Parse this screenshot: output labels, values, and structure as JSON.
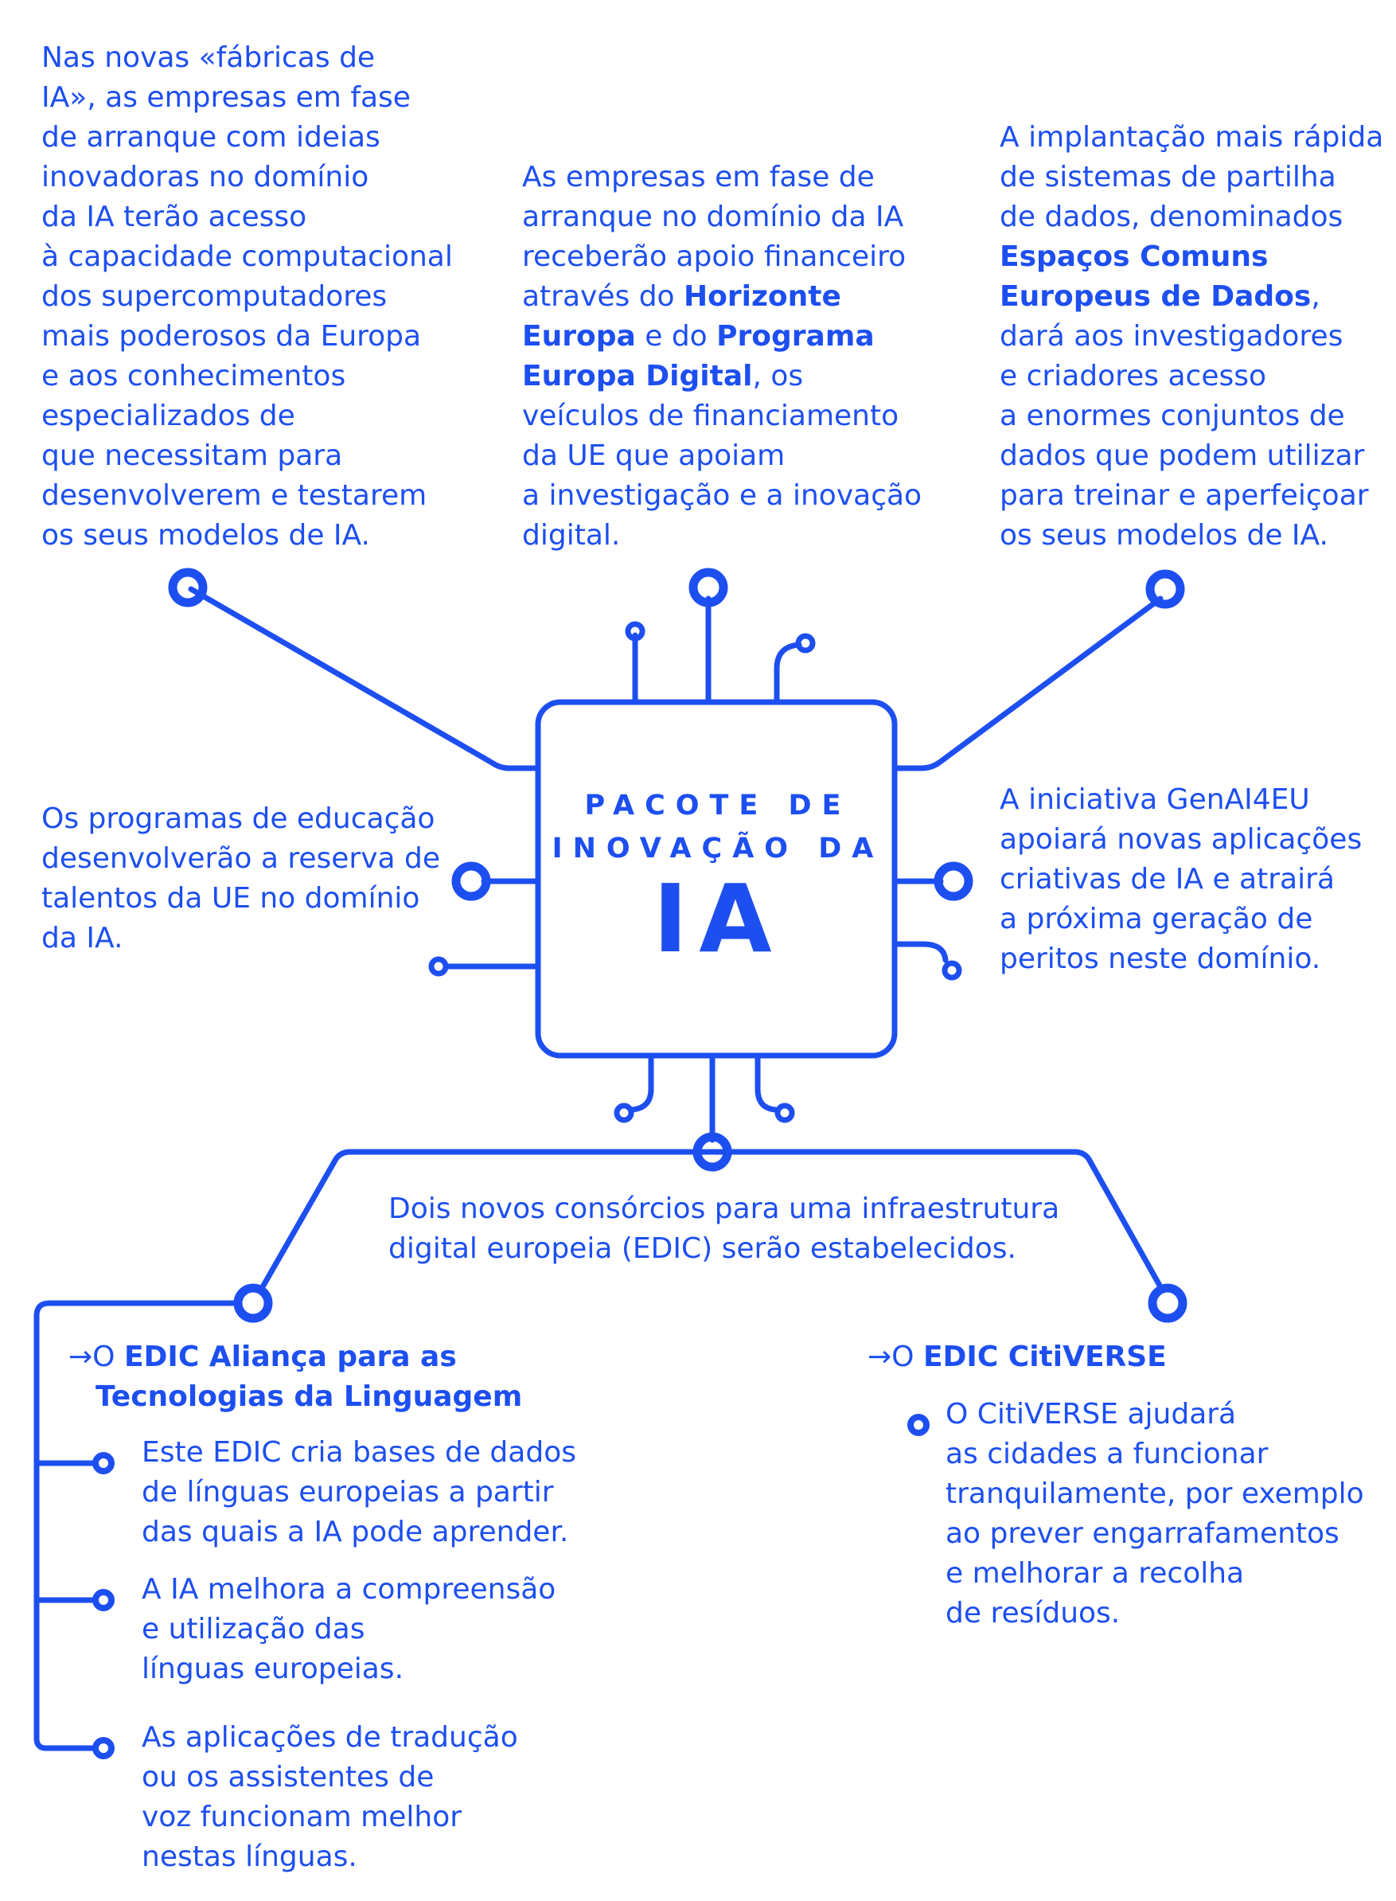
{
  "colors": {
    "accent": "#1d4ff0",
    "background": "#ffffff"
  },
  "chip": {
    "subtitle_line1": "PACOTE DE",
    "subtitle_line2": "INOVAÇÃO DA",
    "title": "IA"
  },
  "top_left": {
    "lines": [
      "Nas novas «fábricas de",
      "IA», as empresas em fase",
      "de arranque com ideias",
      "inovadoras no domínio",
      "da IA terão acesso",
      "à capacidade computacional",
      "dos supercomputadores",
      "mais poderosos da Europa",
      "e aos conhecimentos",
      "especializados de",
      "que necessitam para",
      "desenvolverem e testarem",
      "os seus modelos de IA."
    ]
  },
  "top_center": {
    "l1": "As empresas em fase de",
    "l2": "arranque no domínio da IA",
    "l3": "receberão apoio financeiro",
    "l4a": "através do ",
    "l4b": "Horizonte",
    "l5a": "Europa",
    "l5b": " e do ",
    "l5c": "Programa",
    "l6a": "Europa Digital",
    "l6b": ", os",
    "l7": "veículos de financiamento",
    "l8": "da UE que apoiam",
    "l9": "a investigação e a inovação",
    "l10": "digital."
  },
  "top_right": {
    "l1": "A implantação mais rápida",
    "l2": "de sistemas de partilha",
    "l3": "de dados, denominados",
    "l4": "Espaços Comuns",
    "l5a": "Europeus de Dados",
    "l5b": ",",
    "l6": "dará aos investigadores",
    "l7": "e criadores acesso",
    "l8": "a enormes conjuntos de",
    "l9": "dados que podem utilizar",
    "l10": "para treinar e aperfeiçoar",
    "l11": "os seus modelos de IA."
  },
  "mid_left": {
    "lines": [
      "Os programas de educação",
      "desenvolverão a reserva de",
      "talentos da UE no domínio",
      "da IA."
    ]
  },
  "mid_right": {
    "lines": [
      "A iniciativa GenAI4EU",
      "apoiará novas aplicações",
      "criativas de IA e atrairá",
      "a próxima geração de",
      "peritos neste domínio."
    ]
  },
  "edic_intro": {
    "lines": [
      "Dois novos consórcios para uma infraestrutura",
      "digital europeia (EDIC) serão estabelecidos."
    ]
  },
  "edic_language": {
    "arrow": "→",
    "prefix": "O ",
    "title_line1": "EDIC Aliança para as",
    "title_line2": "Tecnologias da Linguagem",
    "items": [
      {
        "lines": [
          "Este EDIC cria bases de dados",
          "de línguas europeias a partir",
          "das quais a IA pode aprender."
        ]
      },
      {
        "lines": [
          "A IA melhora a compreensão",
          "e utilização das",
          "línguas europeias."
        ]
      },
      {
        "lines": [
          "As aplicações de tradução",
          "ou os assistentes de",
          "voz funcionam melhor",
          "nestas línguas."
        ]
      }
    ]
  },
  "edic_citiverse": {
    "arrow": "→",
    "prefix": "O ",
    "title": "EDIC CitiVERSE",
    "items": [
      {
        "lines": [
          "O CitiVERSE ajudará",
          "as cidades a funcionar",
          "tranquilamente, por exemplo",
          "ao prever engarrafamentos",
          "e melhorar a recolha",
          "de resíduos."
        ]
      }
    ]
  }
}
